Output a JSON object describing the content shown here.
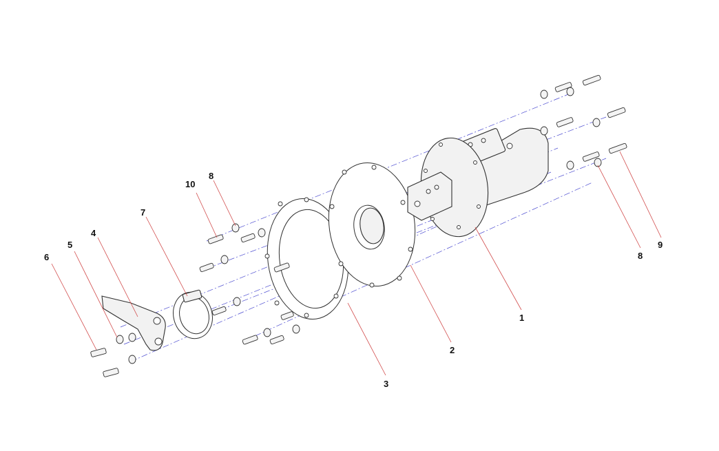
{
  "diagram": {
    "callouts": [
      {
        "id": "c1",
        "text": "1"
      },
      {
        "id": "c2",
        "text": "2"
      },
      {
        "id": "c3",
        "text": "3"
      },
      {
        "id": "c4",
        "text": "4"
      },
      {
        "id": "c5",
        "text": "5"
      },
      {
        "id": "c6",
        "text": "6"
      },
      {
        "id": "c7",
        "text": "7"
      },
      {
        "id": "c8a",
        "text": "8"
      },
      {
        "id": "c8b",
        "text": "8"
      },
      {
        "id": "c9",
        "text": "9"
      },
      {
        "id": "c10",
        "text": "10"
      }
    ],
    "colors": {
      "leader": "#d14a4a",
      "centerline": "#4a4ad0",
      "outline": "#303030",
      "background": "#ffffff"
    }
  }
}
